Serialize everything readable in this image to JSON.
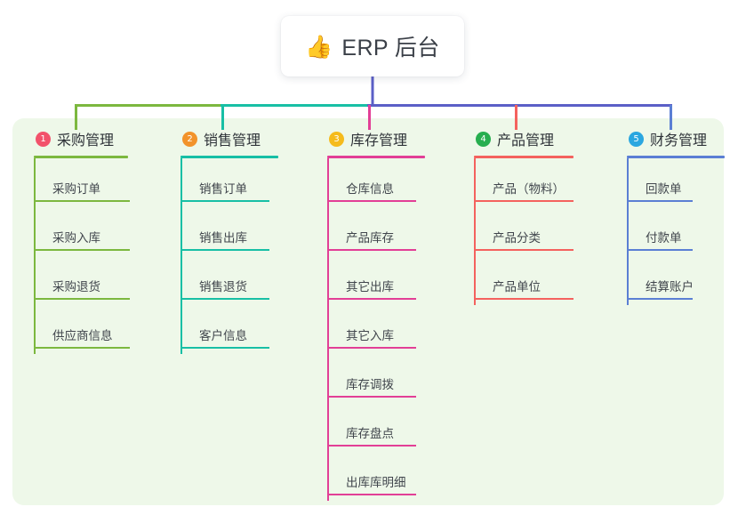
{
  "diagram": {
    "type": "mindmap",
    "root": {
      "icon": "thumbs-up-emoji",
      "emoji": "👍",
      "label": "ERP 后台"
    },
    "panel_color": "#eef8e9",
    "bus_colors": {
      "left_green": "#7cb83f",
      "mid_teal": "#18bfa5",
      "right_purple": "#5b5fc7"
    },
    "branches": [
      {
        "number": "1",
        "label": "采购管理",
        "badge_color": "#f2526b",
        "line_color": "#7cb83f",
        "stem_color": "#7cb83f",
        "items": [
          "采购订单",
          "采购入库",
          "采购退货",
          "供应商信息"
        ]
      },
      {
        "number": "2",
        "label": "销售管理",
        "badge_color": "#f2932b",
        "line_color": "#18bfa5",
        "stem_color": "#18bfa5",
        "items": [
          "销售订单",
          "销售出库",
          "销售退货",
          "客户信息"
        ]
      },
      {
        "number": "3",
        "label": "库存管理",
        "badge_color": "#f5bb1d",
        "line_color": "#e23f96",
        "stem_color": "#e23f96",
        "items": [
          "仓库信息",
          "产品库存",
          "其它出库",
          "其它入库",
          "库存调拨",
          "库存盘点",
          "出库库明细"
        ]
      },
      {
        "number": "4",
        "label": "产品管理",
        "badge_color": "#27ae4f",
        "line_color": "#f4625e",
        "stem_color": "#f4625e",
        "items": [
          "产品（物料）",
          "产品分类",
          "产品单位"
        ]
      },
      {
        "number": "5",
        "label": "财务管理",
        "badge_color": "#2ba7e0",
        "line_color": "#5b7fd4",
        "stem_color": "#5b7fd4",
        "items": [
          "回款单",
          "付款单",
          "结算账户"
        ]
      }
    ]
  }
}
